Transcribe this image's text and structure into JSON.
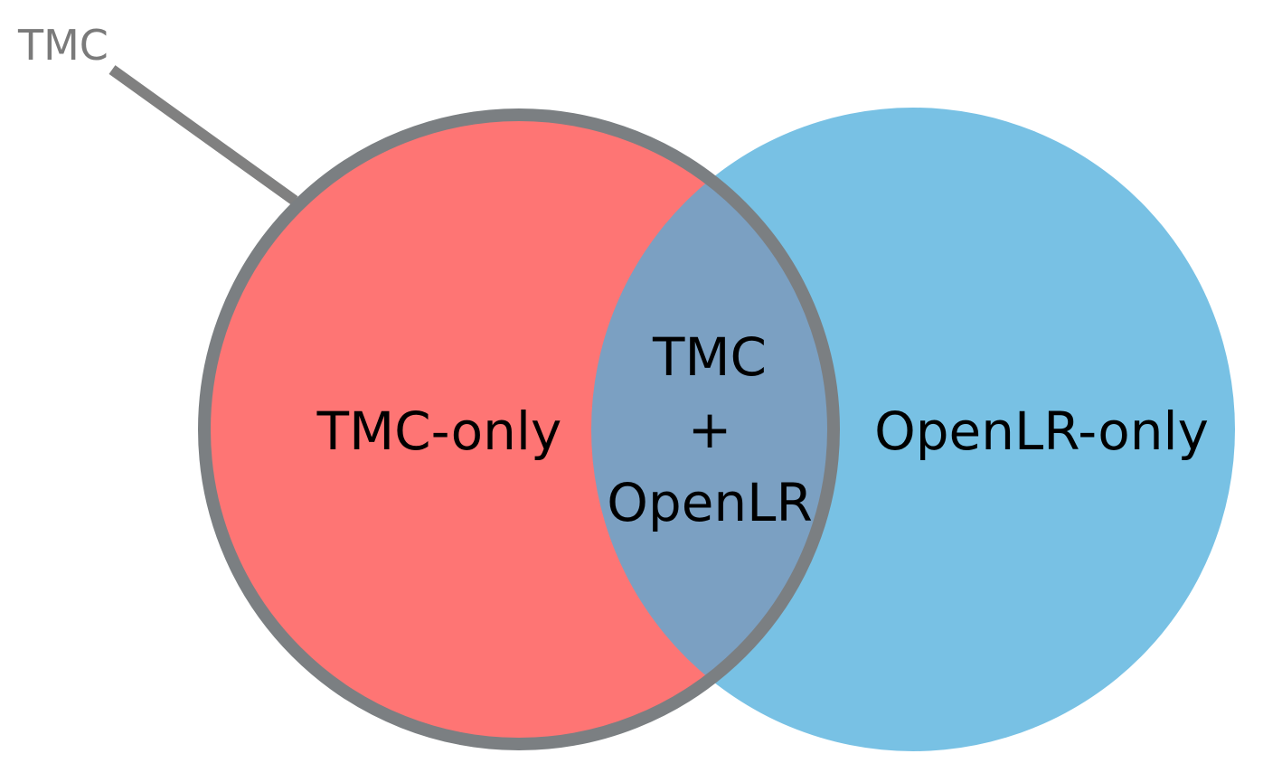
{
  "diagram": {
    "type": "venn",
    "callout_label": "TMC",
    "sets": [
      {
        "name": "TMC",
        "region_label": "TMC-only",
        "color": "#fe7574"
      },
      {
        "name": "OpenLR",
        "region_label": "OpenLR-only",
        "color": "#78c1e4"
      }
    ],
    "intersection": {
      "label_lines": [
        "TMC",
        "+",
        "OpenLR"
      ],
      "color": "#7ba0c2"
    },
    "outline_color": "#7b7f82",
    "callout_color": "#808080",
    "callout_text_color": "#7a7a7a",
    "label_color": "#000000"
  }
}
